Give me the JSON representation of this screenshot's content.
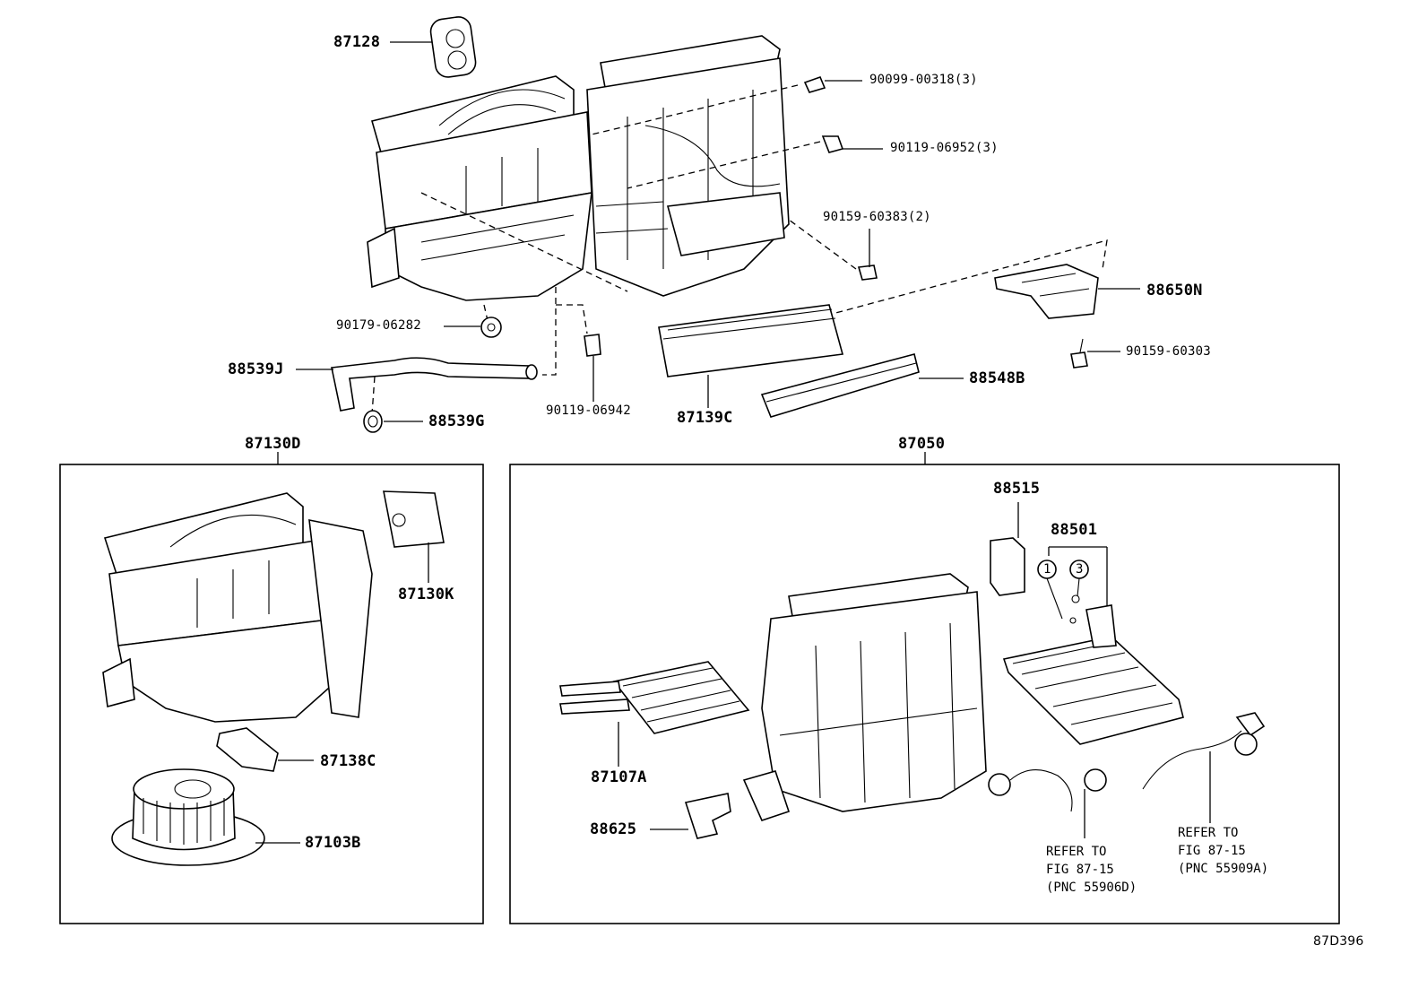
{
  "figure_id": "87D396",
  "labels": {
    "p87128": "87128",
    "p90099": "90099-00318(3)",
    "p90119a": "90119-06952(3)",
    "p90159a": "90159-60383(2)",
    "p88650N": "88650N",
    "p90159b": "90159-60303",
    "p90179": "90179-06282",
    "p88539J": "88539J",
    "p88539G": "88539G",
    "p90119b": "90119-06942",
    "p87139C": "87139C",
    "p88548B": "88548B",
    "p87130D": "87130D",
    "p87050": "87050",
    "p87130K": "87130K",
    "p87138C": "87138C",
    "p87103B": "87103B",
    "p88515": "88515",
    "p88501": "88501",
    "p87107A": "87107A",
    "p88625": "88625",
    "circle1": "1",
    "circle3": "3"
  },
  "notes": {
    "ref1_line1": "REFER TO",
    "ref1_line2": "FIG 87-15",
    "ref1_line3": "(PNC 55906D)",
    "ref2_line1": "REFER TO",
    "ref2_line2": "FIG 87-15",
    "ref2_line3": "(PNC 55909A)"
  }
}
